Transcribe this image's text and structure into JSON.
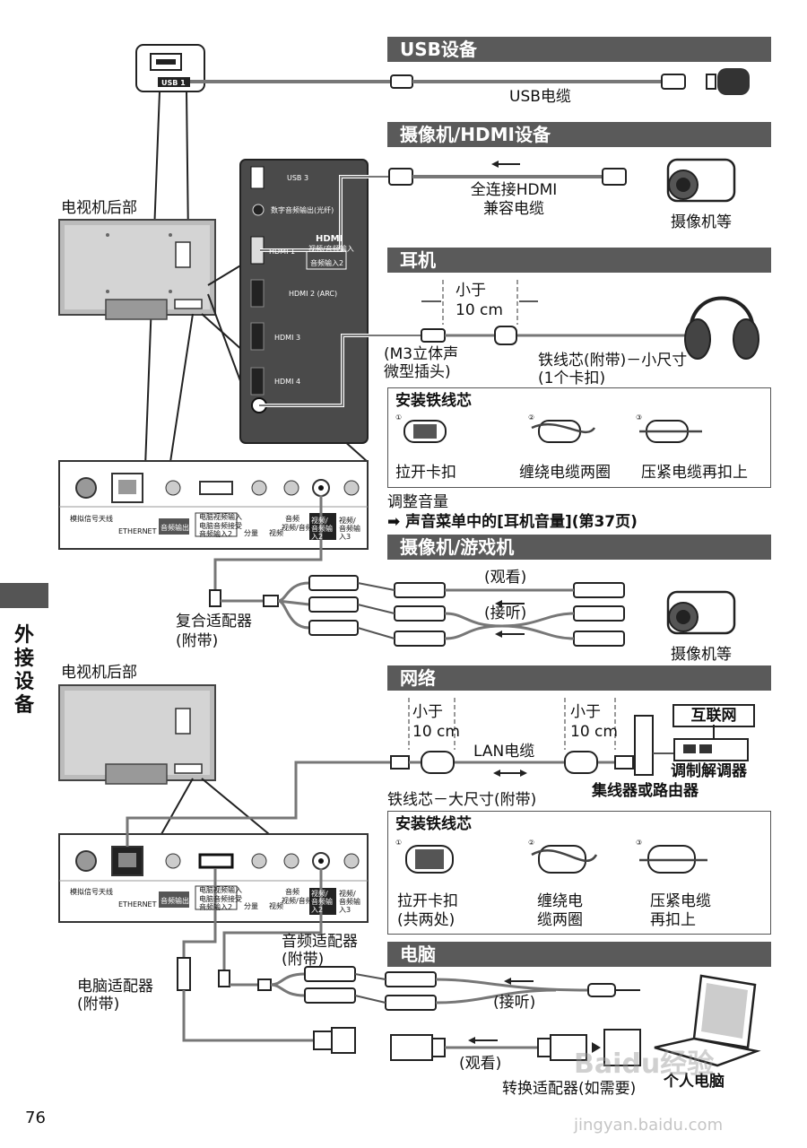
{
  "page_number": "76",
  "side_tab": [
    "外",
    "接",
    "设",
    "备"
  ],
  "headers": {
    "usb": "USB设备",
    "hdmi": "摄像机/HDMI设备",
    "headphone": "耳机",
    "av": "摄像机/游戏机",
    "network": "网络",
    "pc": "电脑"
  },
  "tv_rear_top": "电视机后部",
  "tv_rear_bottom": "电视机后部",
  "usb": {
    "port": "USB 1",
    "cable": "USB电缆"
  },
  "hdmi": {
    "cable_line1": "全连接HDMI",
    "cable_line2": "兼容电缆",
    "device": "摄像机等"
  },
  "side_panel": {
    "usb3": "USB 3",
    "optical": "数字音频输出(光纤)",
    "hdmi_logo": "HDMI",
    "hdmi1": "HDMI 1",
    "hdmi1_sub1": "视频/音频输入",
    "hdmi1_sub2": "音频输入2",
    "hdmi2": "HDMI 2 (ARC)",
    "hdmi3": "HDMI 3",
    "hdmi4": "HDMI 4"
  },
  "headphone": {
    "dist_line1": "小于",
    "dist_line2": "10 cm",
    "plug_line1": "(M3立体声",
    "plug_line2": "微型插头)",
    "core_line1": "铁线芯(附带)－小尺寸",
    "core_line2": "(1个卡扣)",
    "install_title": "安装铁线芯",
    "steps": [
      "拉开卡扣",
      "缠绕电缆两圈",
      "压紧电缆再扣上"
    ],
    "adjust": "调整音量",
    "adjust_path": "声音菜单中的[耳机音量](第37页)"
  },
  "panel_labels": {
    "antenna": "模拟信号天线",
    "ethernet": "ETHERNET",
    "audio_out": "音频输出",
    "pc_in": "电脑视频输入",
    "pc_in2": "电脑音频接受",
    "pc_in3": "音频输入2",
    "comp": "分量",
    "av1": "视频/音频输入1",
    "av2": "视频/音频输入2",
    "av3": "视频/音频输入3",
    "audio": "音频",
    "video": "视频"
  },
  "av": {
    "adapter_line1": "复合适配器",
    "adapter_line2": "(附带)",
    "watch": "(观看)",
    "listen": "(接听)",
    "device": "摄像机等"
  },
  "network": {
    "dist1_line1": "小于",
    "dist1_line2": "10 cm",
    "dist2_line1": "小于",
    "dist2_line2": "10 cm",
    "lan": "LAN电缆",
    "internet": "互联网",
    "modem": "调制解调器",
    "hub": "集线器或路由器",
    "core": "铁线芯－大尺寸(附带)",
    "install_title": "安装铁线芯",
    "steps": [
      "拉开卡扣",
      "(共两处)",
      "缠绕电",
      "缆两圈",
      "压紧电缆",
      "再扣上"
    ]
  },
  "pc": {
    "audio_adapter_line1": "音频适配器",
    "audio_adapter_line2": "(附带)",
    "pc_adapter_line1": "电脑适配器",
    "pc_adapter_line2": "(附带)",
    "listen": "(接听)",
    "watch": "(观看)",
    "converter": "转换适配器(如需要)",
    "computer": "个人电脑"
  },
  "watermark": {
    "line1": "Baidu经验",
    "line2": "jingyan.baidu.com"
  }
}
